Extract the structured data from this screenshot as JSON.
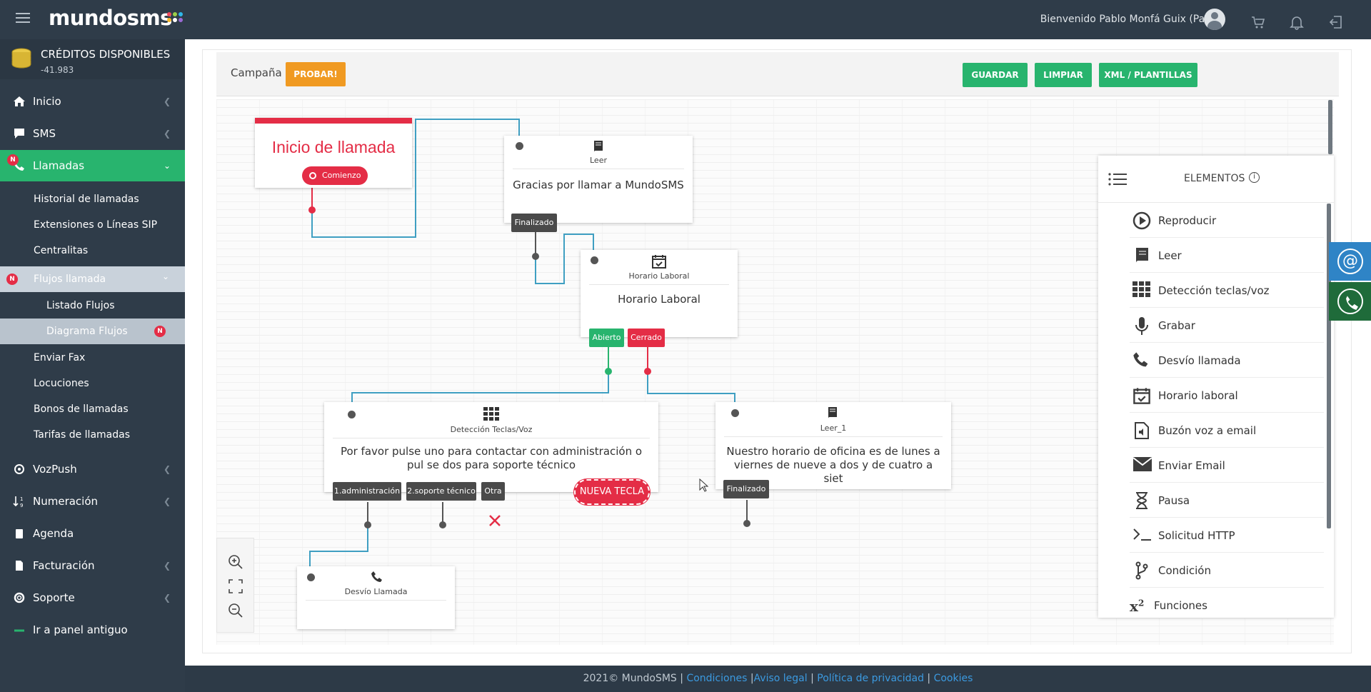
{
  "topbar": {
    "logo": "mundosms",
    "welcome": "Bienvenido Pablo Monfá Guix (Pablo)"
  },
  "sidebar": {
    "credits_title": "CRÉDITOS DISPONIBLES",
    "credits_value": "-41.983",
    "badge": "N",
    "items": [
      {
        "label": "Inicio"
      },
      {
        "label": "SMS"
      },
      {
        "label": "Llamadas"
      },
      {
        "label": "Historial de llamadas"
      },
      {
        "label": "Extensiones o Líneas SIP"
      },
      {
        "label": "Centralitas"
      },
      {
        "label": "Flujos llamada"
      },
      {
        "label": "Listado Flujos"
      },
      {
        "label": "Diagrama Flujos"
      },
      {
        "label": "Enviar Fax"
      },
      {
        "label": "Locuciones"
      },
      {
        "label": "Bonos de llamadas"
      },
      {
        "label": "Tarifas de llamadas"
      },
      {
        "label": "VozPush"
      },
      {
        "label": "Numeración"
      },
      {
        "label": "Agenda"
      },
      {
        "label": "Facturación"
      },
      {
        "label": "Soporte"
      },
      {
        "label": "Ir a panel antiguo"
      }
    ]
  },
  "toolbar": {
    "campaign_label": "Campaña",
    "test_button": "PROBAR!",
    "save_button": "GUARDAR",
    "clear_button": "LIMPIAR",
    "xml_button": "XML / PLANTILLAS"
  },
  "flow": {
    "start": {
      "title": "Inicio de llamada",
      "button": "Comienzo"
    },
    "leer": {
      "type": "Leer",
      "text": "Gracias por llamar a MundoSMS",
      "out": "Finalizado"
    },
    "horario": {
      "type": "Horario Laboral",
      "text": "Horario Laboral",
      "out_open": "Abierto",
      "out_closed": "Cerrado"
    },
    "deteccion": {
      "type": "Detección Teclas/Voz",
      "text": "Por favor pulse uno para contactar con administración o pul se dos para soporte técnico",
      "out1": "1.administración",
      "out2": "2.soporte técnico",
      "out3": "Otra",
      "new_key": "NUEVA TECLA"
    },
    "leer1": {
      "type": "Leer_1",
      "text": "Nuestro horario de oficina es de lunes a viernes de nueve a dos y de cuatro a siet",
      "out": "Finalizado"
    },
    "desvio": {
      "type": "Desvío Llamada"
    }
  },
  "palette": {
    "title": "ELEMENTOS",
    "items": [
      {
        "label": "Reproducir",
        "icon": "play-icon"
      },
      {
        "label": "Leer",
        "icon": "book-icon"
      },
      {
        "label": "Detección teclas/voz",
        "icon": "keypad-icon"
      },
      {
        "label": "Grabar",
        "icon": "microphone-icon"
      },
      {
        "label": "Desvío llamada",
        "icon": "phone-icon"
      },
      {
        "label": "Horario laboral",
        "icon": "calendar-check-icon"
      },
      {
        "label": "Buzón voz a email",
        "icon": "voicemail-icon"
      },
      {
        "label": "Enviar Email",
        "icon": "envelope-icon"
      },
      {
        "label": "Pausa",
        "icon": "hourglass-icon"
      },
      {
        "label": "Solicitud HTTP",
        "icon": "terminal-icon"
      },
      {
        "label": "Condición",
        "icon": "branch-icon"
      },
      {
        "label": "Funciones",
        "icon": "superscript-icon"
      }
    ]
  },
  "footer": {
    "copyright": "2021© MundoSMS |",
    "link1": "Condiciones",
    "sep1": " |",
    "link2": "Aviso legal",
    "sep2": " | ",
    "link3": "Política de privacidad",
    "sep3": " | ",
    "link4": "Cookies"
  },
  "colors": {
    "accent": "#28b46e",
    "danger": "#e42d46",
    "warning": "#f09a22",
    "connector": "#3f9fc2",
    "sidebar": "#2f3c49"
  }
}
